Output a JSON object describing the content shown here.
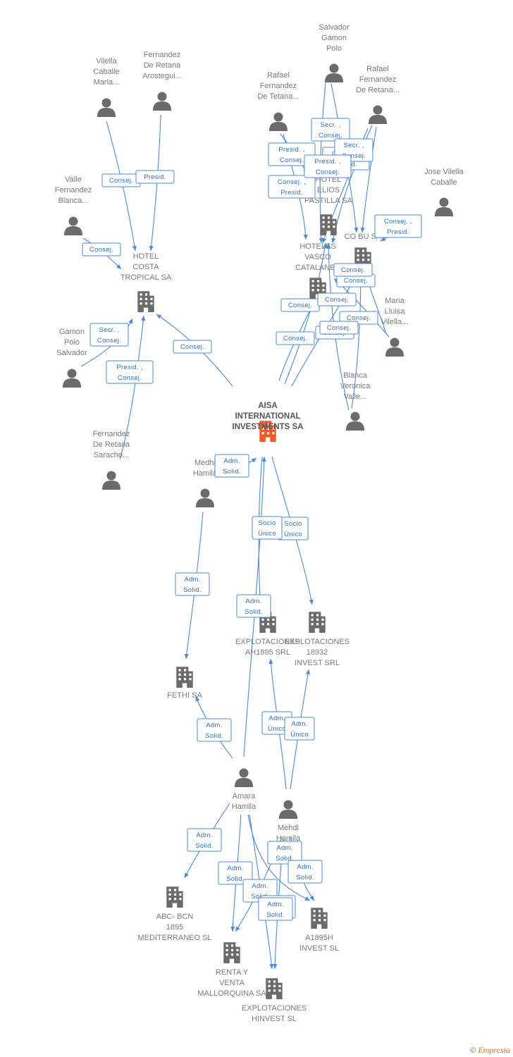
{
  "colors": {
    "edge": "#4a8ad8",
    "node": "#6b6b6b",
    "main_node": "#f05a28",
    "label": "#7a7a7a"
  },
  "nodes": [
    {
      "id": "aisa",
      "type": "company",
      "main": true,
      "lines": [
        "AISA",
        "INTERNATIONAL",
        "INVESTMENTS SA"
      ]
    },
    {
      "id": "vilella_maria",
      "type": "person",
      "lines": [
        "Vilella",
        "Caballe",
        "Maria..."
      ]
    },
    {
      "id": "fdr_arostegui",
      "type": "person",
      "lines": [
        "Fernandez",
        "De Retana",
        "Arostegui..."
      ]
    },
    {
      "id": "valle_blanca",
      "type": "person",
      "lines": [
        "Valle",
        "Fernandez",
        "Blanca..."
      ]
    },
    {
      "id": "hotel_costa",
      "type": "company",
      "lines": [
        "HOTEL",
        "COSTA",
        "TROPICAL SA"
      ]
    },
    {
      "id": "gamon_polo",
      "type": "person",
      "lines": [
        "Gamon",
        "Polo",
        "Salvador"
      ]
    },
    {
      "id": "fdr_saracho",
      "type": "person",
      "lines": [
        "Fernandez",
        "De Retana",
        "Saracho..."
      ]
    },
    {
      "id": "salvador_gamon",
      "type": "person",
      "lines": [
        "Salvador",
        "Gamon",
        "Polo"
      ]
    },
    {
      "id": "rafael_fdr_tetana",
      "type": "person",
      "lines": [
        "Rafael",
        "Fernandez",
        "De Tetana..."
      ]
    },
    {
      "id": "rafael_fdr_retana",
      "type": "person",
      "lines": [
        "Rafael",
        "Fernandez",
        "De Retana..."
      ]
    },
    {
      "id": "hotel_pastilla",
      "type": "company",
      "lines": [
        "HOTEL",
        "ELIOS",
        "PASTILLA SA"
      ]
    },
    {
      "id": "cobu",
      "type": "company",
      "lines": [
        "CO BU SA"
      ]
    },
    {
      "id": "jose_vilella",
      "type": "person",
      "lines": [
        "Jose Vilella",
        "Caballe"
      ]
    },
    {
      "id": "hoteles_vasco",
      "type": "company",
      "lines": [
        "HOTELES",
        "VASCO",
        "CATALANES"
      ]
    },
    {
      "id": "maria_lluisa",
      "type": "person",
      "lines": [
        "Maria",
        "Lluisa",
        "Vilella..."
      ]
    },
    {
      "id": "blanca_veronica",
      "type": "person",
      "lines": [
        "Blanca",
        "Veronica",
        "Valle..."
      ]
    },
    {
      "id": "medhi_hamila",
      "type": "person",
      "lines": [
        "Medhi",
        "Hamila"
      ]
    },
    {
      "id": "fethi",
      "type": "company",
      "lines": [
        "FETHI SA"
      ]
    },
    {
      "id": "explot_ah1895",
      "type": "company",
      "lines": [
        "EXPLOTACIONES",
        "AH1895 SRL"
      ]
    },
    {
      "id": "explot_18932",
      "type": "company",
      "lines": [
        "EXPLOTACIONES",
        "18932",
        "INVEST SRL"
      ]
    },
    {
      "id": "amara_hamila",
      "type": "person",
      "lines": [
        "Amara",
        "Hamila"
      ]
    },
    {
      "id": "mehdi_hamila",
      "type": "person",
      "lines": [
        "Mehdi",
        "Hamila"
      ]
    },
    {
      "id": "abc_bcn",
      "type": "company",
      "lines": [
        "ABC- BCN",
        "1895",
        "MEDITERRANEO SL"
      ]
    },
    {
      "id": "a1895h",
      "type": "company",
      "lines": [
        "A1895H",
        "INVEST SL"
      ]
    },
    {
      "id": "renta_venta",
      "type": "company",
      "lines": [
        "RENTA Y",
        "VENTA",
        "MALLORQUINA SA"
      ]
    },
    {
      "id": "explot_hinvest",
      "type": "company",
      "lines": [
        "EXPLOTACIONES",
        "HINVEST SL"
      ]
    }
  ],
  "edges": [
    {
      "from": "vilella_maria",
      "to": "hotel_costa",
      "label": [
        "Consej."
      ]
    },
    {
      "from": "fdr_arostegui",
      "to": "hotel_costa",
      "label": [
        "Presid."
      ]
    },
    {
      "from": "valle_blanca",
      "to": "hotel_costa",
      "label": [
        "Consej."
      ]
    },
    {
      "from": "gamon_polo",
      "to": "hotel_costa",
      "label": [
        "Secr. ,",
        "Consej."
      ]
    },
    {
      "from": "fdr_saracho",
      "to": "hotel_costa",
      "label": [
        "Presid. ,",
        "Consej."
      ]
    },
    {
      "from": "aisa",
      "to": "hotel_costa",
      "label": [
        "Consej."
      ]
    },
    {
      "from": "salvador_gamon",
      "to": "hotel_pastilla",
      "label": [
        "Secr. ,",
        "Consej."
      ]
    },
    {
      "from": "salvador_gamon",
      "to": "cobu",
      "label": [
        "Consej. ,",
        "Presid."
      ]
    },
    {
      "from": "rafael_fdr_tetana",
      "to": "hotel_pastilla",
      "label": [
        "Presid. ,",
        "Consej."
      ]
    },
    {
      "from": "rafael_fdr_tetana",
      "to": "hoteles_vasco",
      "label": [
        "Consej. ,",
        "Presid."
      ]
    },
    {
      "from": "rafael_fdr_retana",
      "to": "hotel_pastilla",
      "label": [
        "Secr. ,",
        "Consej."
      ]
    },
    {
      "from": "rafael_fdr_retana",
      "to": "cobu",
      "label": [
        "Presid. ,",
        "Consej."
      ]
    },
    {
      "from": "rafael_fdr_retana",
      "to": "hoteles_vasco",
      "label": [
        "Consej. ,",
        "Presid."
      ]
    },
    {
      "from": "jose_vilella",
      "to": "cobu",
      "label": [
        "Consej."
      ]
    },
    {
      "from": "maria_lluisa",
      "to": "cobu",
      "label": [
        "Consej."
      ]
    },
    {
      "from": "maria_lluisa",
      "to": "hotel_pastilla",
      "label": [
        "Consej."
      ]
    },
    {
      "from": "blanca_veronica",
      "to": "cobu",
      "label": [
        "Consej."
      ]
    },
    {
      "from": "blanca_veronica",
      "to": "hotel_pastilla",
      "label": [
        "Consej."
      ]
    },
    {
      "from": "aisa",
      "to": "hoteles_vasco",
      "label": [
        "Consej."
      ]
    },
    {
      "from": "aisa",
      "to": "hotel_pastilla",
      "label": [
        "Consej."
      ]
    },
    {
      "from": "aisa",
      "to": "cobu",
      "label": [
        "Consej."
      ]
    },
    {
      "from": "medhi_hamila",
      "to": "aisa",
      "label": [
        "Adm.",
        "Solid."
      ]
    },
    {
      "from": "aisa",
      "to": "explot_18932",
      "label": [
        "Socio",
        "Único"
      ]
    },
    {
      "from": "amara_hamila",
      "to": "aisa",
      "label": [
        "Socio",
        "Único"
      ]
    },
    {
      "from": "medhi_hamila",
      "to": "fethi",
      "label": [
        "Adm.",
        "Solid."
      ]
    },
    {
      "from": "amara_hamila",
      "to": "explot_ah1895",
      "label": [
        "Adm.",
        "Solid."
      ]
    },
    {
      "from": "amara_hamila",
      "to": "fethi",
      "label": [
        "Adm.",
        "Solid."
      ]
    },
    {
      "from": "mehdi_hamila",
      "to": "explot_ah1895",
      "label": [
        "Adm.",
        "Único"
      ]
    },
    {
      "from": "mehdi_hamila",
      "to": "explot_18932",
      "label": [
        "Adm.",
        "Único"
      ]
    },
    {
      "from": "amara_hamila",
      "to": "abc_bcn",
      "label": [
        "Adm.",
        "Solid."
      ]
    },
    {
      "from": "amara_hamila",
      "to": "renta_venta",
      "label": [
        "Adm.",
        "Solid."
      ]
    },
    {
      "from": "amara_hamila",
      "to": "a1895h",
      "label": [
        "Adm.",
        "Solid."
      ]
    },
    {
      "from": "amara_hamila",
      "to": "explot_hinvest",
      "label": [
        "Adm.",
        "Solid."
      ]
    },
    {
      "from": "mehdi_hamila",
      "to": "renta_venta",
      "label": [
        "Adm.",
        "Solid."
      ]
    },
    {
      "from": "mehdi_hamila",
      "to": "a1895h",
      "label": [
        "Adm.",
        "Solid."
      ]
    },
    {
      "from": "mehdi_hamila",
      "to": "explot_hinvest",
      "label": [
        "Adm.",
        "Solid."
      ]
    }
  ],
  "footer": {
    "copyright": "©",
    "brand": "Empresia"
  }
}
